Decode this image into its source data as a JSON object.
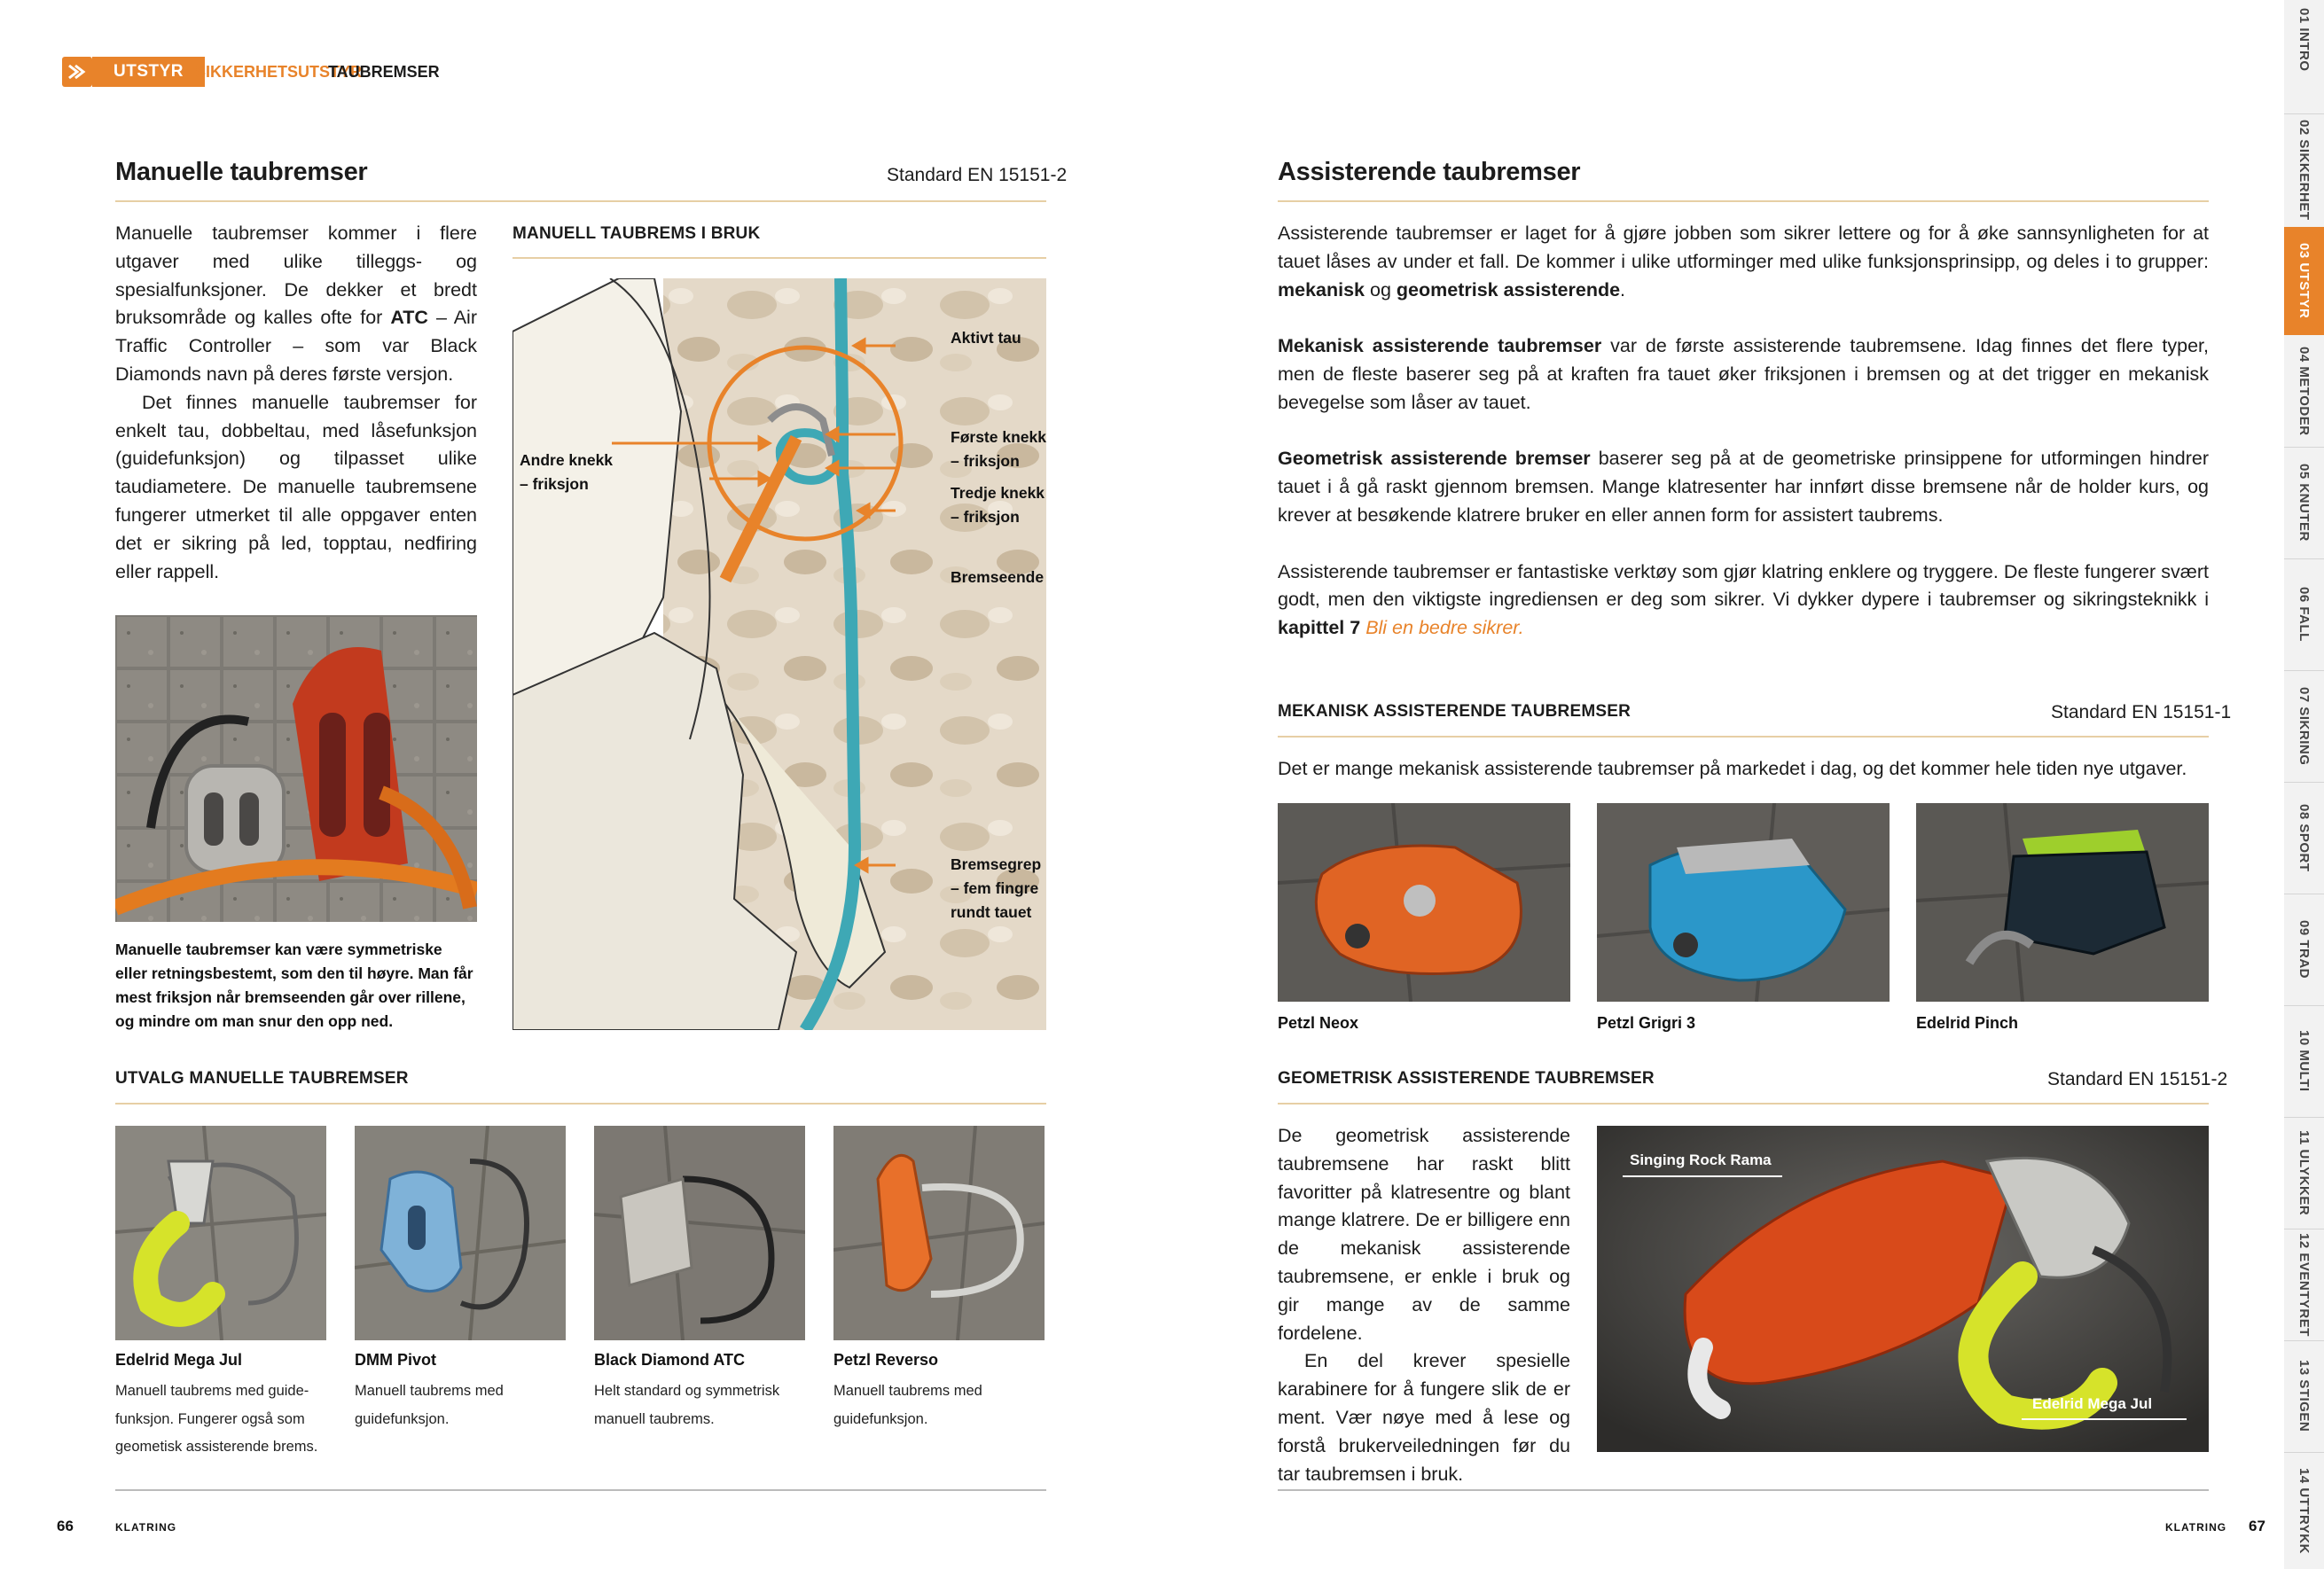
{
  "breadcrumb": {
    "section": "UTSTYR",
    "subsection": "SIKKERHETSUTSTYR",
    "current": "TAUBREMSER"
  },
  "left": {
    "title": "Manuelle taubremser",
    "standard": "Standard EN 15151-2",
    "intro_p1_a": "Manuelle taubremser kommer i flere utgaver med ulike tilleggs- og spesialfunksjoner. De dekker et bredt bruksområde og kalles ofte for ",
    "intro_p1_hl": "ATC",
    "intro_p1_b": " – Air Traffic Controller – som var Black Diamonds navn på deres første versjon.",
    "intro_p2": "Det finnes manuelle taubremser for enkelt tau, dobbeltau, med låsefunksjon (guidefunksjon) og tilpasset ulike taudiametere. De manuelle taubremsene fungerer utmerket til alle oppgaver enten det er sikring på led, topptau, nedfiring eller rappell.",
    "photo_caption": "Manuelle taubremser kan være symmetriske eller retningsbestemt, som den til høyre. Man får mest friksjon når bremseenden går over rillene, og mindre om man snur den opp ned.",
    "diagram": {
      "title": "MANUELL TAUBREMS I BRUK",
      "labels": {
        "aktivt": "Aktivt tau",
        "andre_1": "Andre knekk",
        "andre_2": "– friksjon",
        "forste_1": "Første knekk",
        "forste_2": "– friksjon",
        "tredje_1": "Tredje knekk",
        "tredje_2": "– friksjon",
        "bremseende": "Bremseende",
        "grep_1": "Bremsegrep",
        "grep_2": "– fem fingre",
        "grep_3": "rundt tauet"
      }
    },
    "selection": {
      "title": "UTVALG MANUELLE TAUBREMSER",
      "items": [
        {
          "name": "Edelrid Mega Jul",
          "desc_1": "Manuell taubrems med guide-",
          "desc_2": "funksjon. Fungerer også som",
          "desc_3": "geometisk assisterende brems."
        },
        {
          "name": "DMM Pivot",
          "desc_1": "Manuell taubrems med",
          "desc_2": "guidefunksjon.",
          "desc_3": ""
        },
        {
          "name": "Black Diamond ATC",
          "desc_1": "Helt standard og symmetrisk",
          "desc_2": "manuell taubrems.",
          "desc_3": ""
        },
        {
          "name": "Petzl Reverso",
          "desc_1": "Manuell taubrems med",
          "desc_2": "guidefunksjon.",
          "desc_3": ""
        }
      ]
    }
  },
  "right": {
    "title": "Assisterende taubremser",
    "p1_a": "Assisterende taubremser er laget for å gjøre jobben som sikrer lettere og for å øke sannsynligheten for at tauet låses av under et fall. De kommer i ulike utforminger med ulike funksjonsprinsipp, og deles i to grupper: ",
    "p1_hl1": "mekanisk",
    "p1_b": " og ",
    "p1_hl2": "geometrisk assisterende",
    "p1_c": ".",
    "p2_hl": "Mekanisk assisterende taubremser",
    "p2": " var de første assisterende taubremsene. Idag finnes det flere typer, men de fleste baserer seg på at kraften fra tauet øker friksjonen i bremsen og at det trigger en mekanisk bevegelse som låser av tauet.",
    "p3_hl": "Geometrisk assisterende bremser",
    "p3": " baserer seg på at de geometriske prinsippene for utformingen hindrer tauet i å gå raskt gjennom bremsen. Mange klatresenter har innført disse bremsene når de holder kurs, og krever at besøkende klatrere bruker en eller annen form for assistert taubrems.",
    "p4_a": "Assisterende taubremser er fantastiske verktøy som gjør klatring enklere og tryggere. De fleste fungerer svært godt, men den viktigste ingrediensen er deg som sikrer. Vi dykker dypere i taubremser og sikringsteknikk i ",
    "p4_hl": "kapittel 7",
    "p4_link": "Bli en bedre sikrer.",
    "mech": {
      "title": "MEKANISK ASSISTERENDE TAUBREMSER",
      "standard": "Standard EN 15151-1",
      "text": "Det er mange mekanisk assisterende taubremser på markedet i dag, og det kommer hele tiden nye utgaver.",
      "items": [
        "Petzl Neox",
        "Petzl Grigri 3",
        "Edelrid Pinch"
      ]
    },
    "geo": {
      "title": "GEOMETRISK ASSISTERENDE TAUBREMSER",
      "standard": "Standard EN 15151-2",
      "p1": "De geometrisk assisterende taubremsene har raskt blitt favoritter på klatresentre og blant mange klatrere. De er billigere enn de mekanisk assisterende taubremsene, er enkle i bruk og gir mange av de samme fordelene.",
      "p2": "En del krever spesielle karabinere for å fungere slik de er ment. Vær nøye med å lese og forstå brukerveiledningen før du tar taubremsen i bruk.",
      "photo_label_1": "Singing Rock Rama",
      "photo_label_2": "Edelrid Mega Jul"
    }
  },
  "tabs": [
    "01 INTRO",
    "02 SIKKERHET",
    "03 UTSTYR",
    "04 METODER",
    "05 KNUTER",
    "06 FALL",
    "07 SIKRING",
    "08 SPORT",
    "09 TRAD",
    "10 MULTI",
    "11 ULYKKER",
    "12 EVENTYRET",
    "13 STIGEN",
    "14 UTTRYKK"
  ],
  "footer": {
    "left_page": "66",
    "left_book": "KLATRING",
    "right_book": "KLATRING",
    "right_page": "67"
  },
  "colors": {
    "accent": "#e8832a",
    "rule": "#e7cfa5",
    "rope_teal": "#3ea8b5"
  }
}
